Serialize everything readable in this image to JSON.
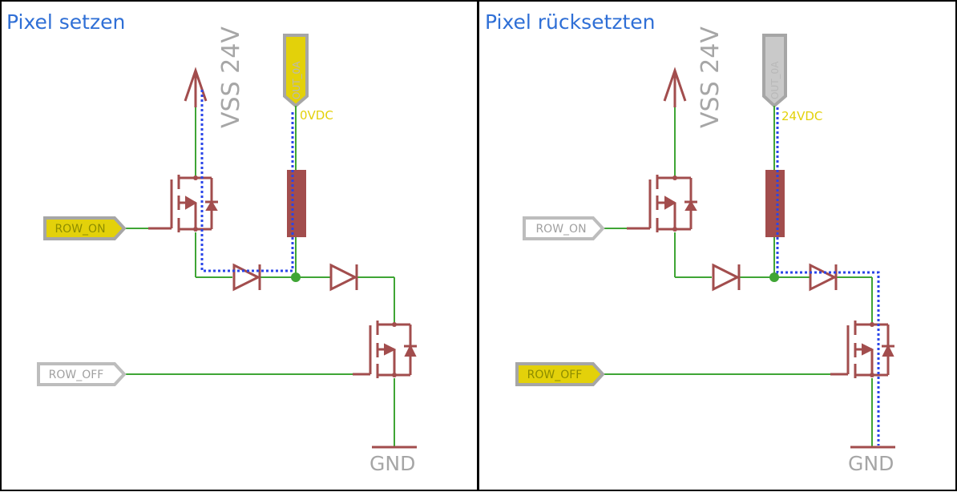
{
  "panels": [
    {
      "title": "Pixel setzen",
      "supply_label": "VSS 24V",
      "output_label": "OUT_0A",
      "output_voltage": "0VDC",
      "row_on_label": "ROW_ON",
      "row_off_label": "ROW_OFF",
      "ground_label": "GND",
      "row_on_active": true,
      "row_off_active": false
    },
    {
      "title": "Pixel rücksetzten",
      "supply_label": "VSS 24V",
      "output_label": "OUT_0A",
      "output_voltage": "24VDC",
      "row_on_label": "ROW_ON",
      "row_off_label": "ROW_OFF",
      "ground_label": "GND",
      "row_on_active": false,
      "row_off_active": true
    }
  ],
  "colors": {
    "title": "#2f6fd6",
    "wire": "#3fa535",
    "symbol": "#a24d4d",
    "current_path": "#2a45e8",
    "active_label": "#e3d10a",
    "inactive_label": "#a6a6a6"
  }
}
